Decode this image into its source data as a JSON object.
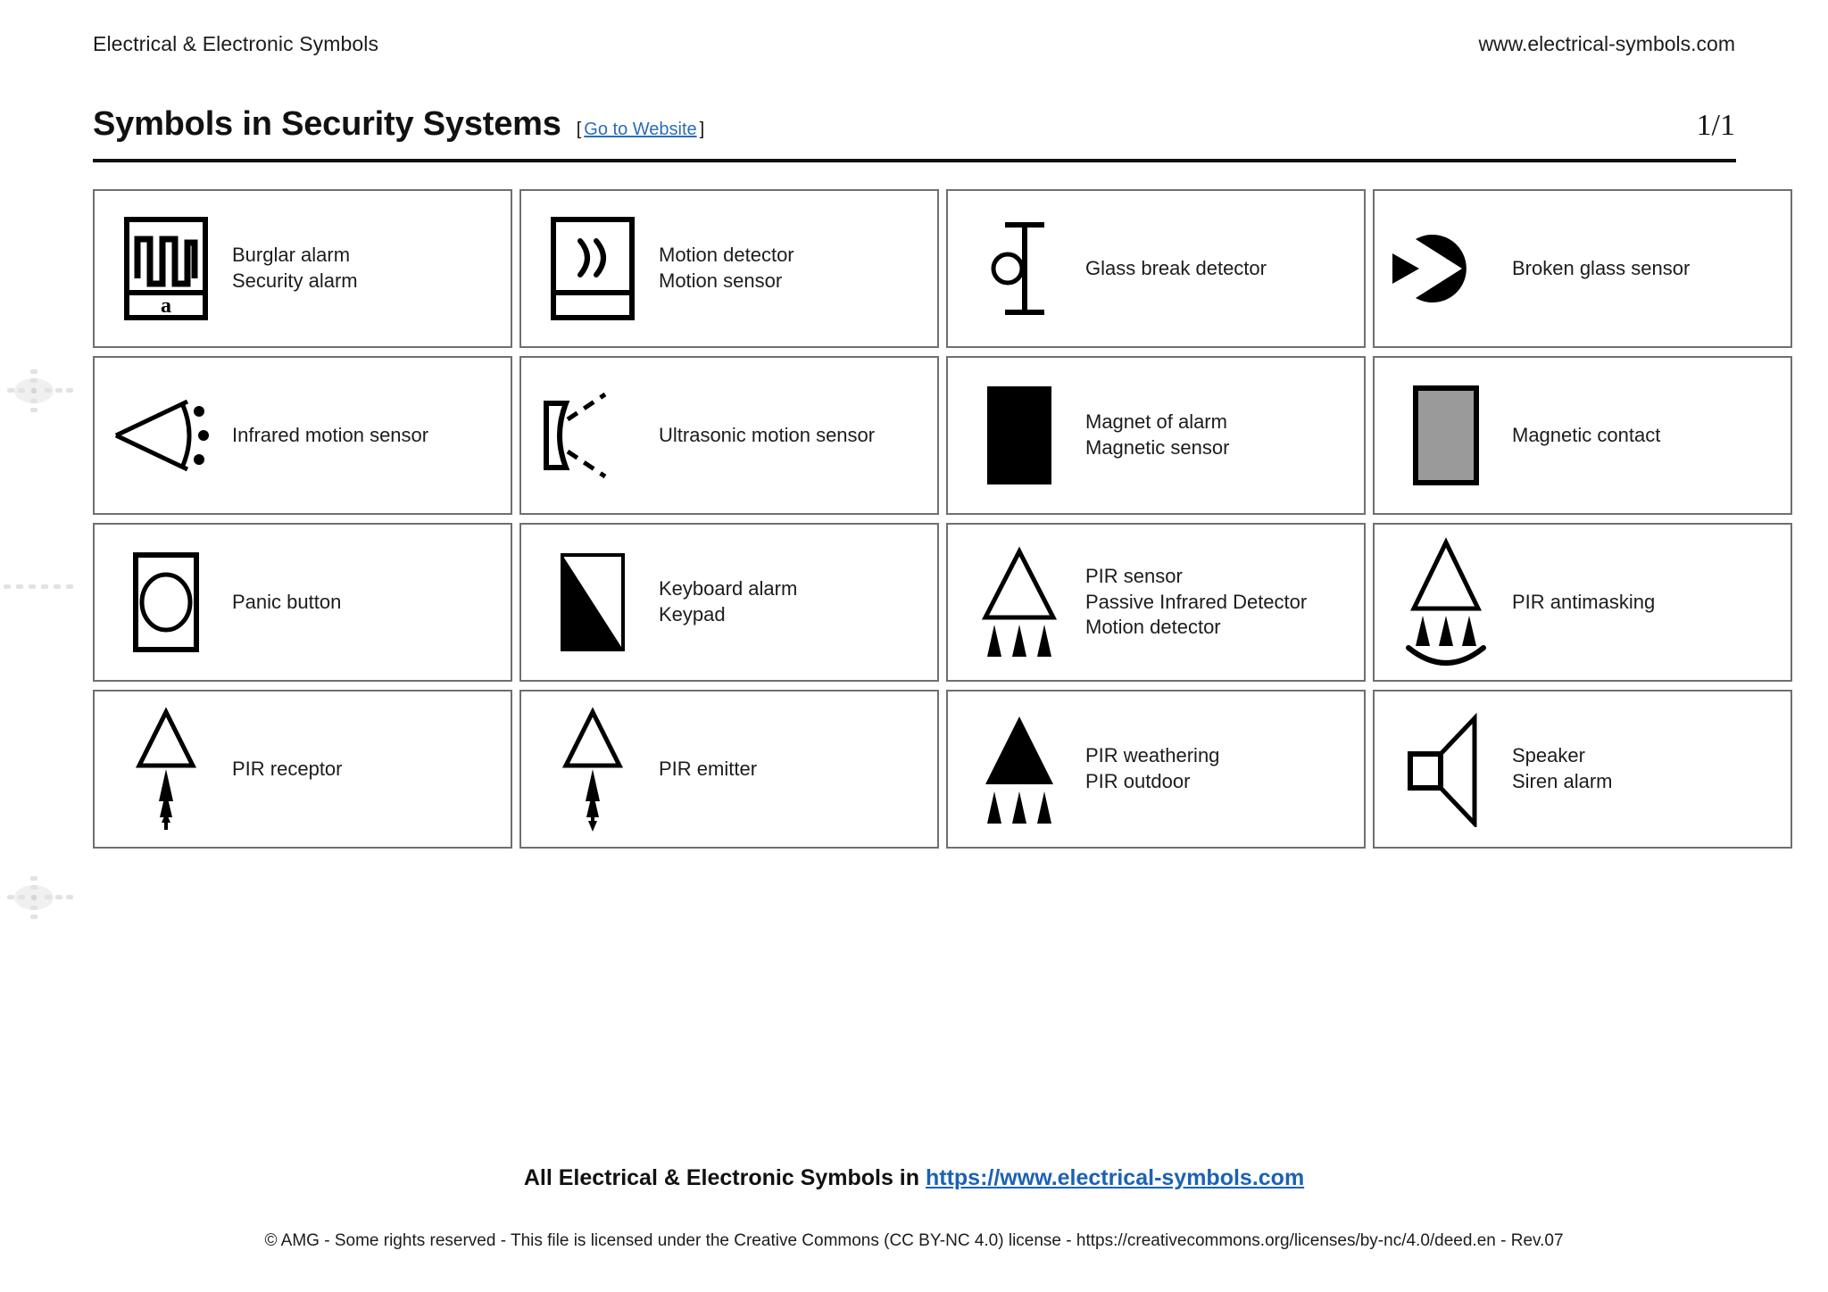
{
  "header": {
    "brand": "Electrical & Electronic Symbols",
    "site": "www.electrical-symbols.com"
  },
  "title": {
    "text": "Symbols in Security Systems",
    "link_open_bracket": "[",
    "link_label": "Go to Website",
    "link_close_bracket": "]",
    "page_number": "1/1"
  },
  "symbols": [
    {
      "icon": "burglar-alarm-icon",
      "lines": [
        "Burglar alarm",
        "Security alarm"
      ]
    },
    {
      "icon": "motion-detector-icon",
      "lines": [
        "Motion detector",
        "Motion sensor"
      ]
    },
    {
      "icon": "glass-break-detector-icon",
      "lines": [
        "Glass break detector"
      ]
    },
    {
      "icon": "broken-glass-sensor-icon",
      "lines": [
        "Broken glass sensor"
      ]
    },
    {
      "icon": "infrared-motion-sensor-icon",
      "lines": [
        "Infrared motion sensor"
      ]
    },
    {
      "icon": "ultrasonic-motion-sensor-icon",
      "lines": [
        "Ultrasonic motion sensor"
      ]
    },
    {
      "icon": "magnet-of-alarm-icon",
      "lines": [
        "Magnet of alarm",
        "Magnetic sensor"
      ]
    },
    {
      "icon": "magnetic-contact-icon",
      "lines": [
        "Magnetic contact"
      ]
    },
    {
      "icon": "panic-button-icon",
      "lines": [
        "Panic button"
      ]
    },
    {
      "icon": "keyboard-alarm-icon",
      "lines": [
        "Keyboard alarm",
        "Keypad"
      ]
    },
    {
      "icon": "pir-sensor-icon",
      "lines": [
        "PIR sensor",
        "Passive Infrared Detector",
        "Motion detector"
      ]
    },
    {
      "icon": "pir-antimasking-icon",
      "lines": [
        "PIR antimasking"
      ]
    },
    {
      "icon": "pir-receptor-icon",
      "lines": [
        "PIR receptor"
      ]
    },
    {
      "icon": "pir-emitter-icon",
      "lines": [
        "PIR emitter"
      ]
    },
    {
      "icon": "pir-weathering-icon",
      "lines": [
        "PIR weathering",
        "PIR outdoor"
      ]
    },
    {
      "icon": "speaker-icon",
      "lines": [
        "Speaker",
        "Siren alarm"
      ]
    }
  ],
  "footer": {
    "line1_prefix": "All Electrical & Electronic Symbols in ",
    "line1_link": "https://www.electrical-symbols.com",
    "line2": "© AMG - Some rights reserved - This file is licensed under the Creative Commons (CC BY-NC 4.0) license - https://creativecommons.org/licenses/by-nc/4.0/deed.en - Rev.07"
  },
  "colors": {
    "link": "#2b6cb8",
    "footer_link": "#1b62b5",
    "symbol_stroke": "#000000",
    "magnetic_contact_fill": "#9a9a9a",
    "cell_border": "#6f6f6f"
  }
}
